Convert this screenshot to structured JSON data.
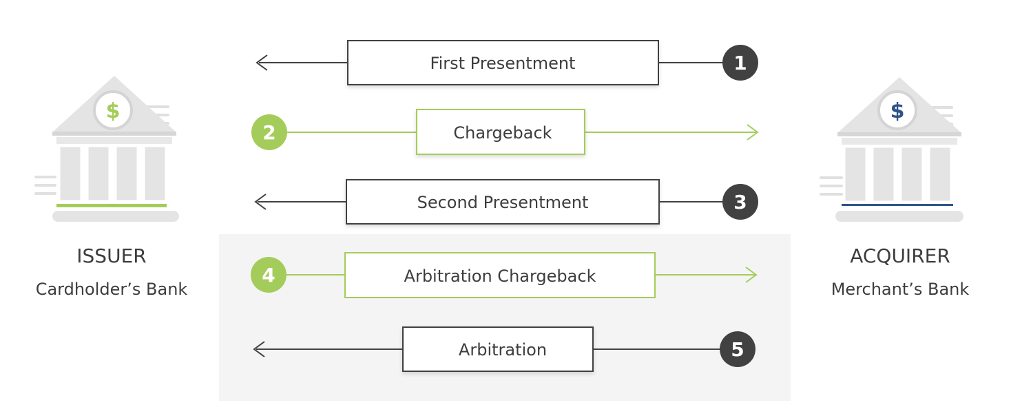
{
  "colors": {
    "dark": "#414141",
    "green": "#a4cc5a",
    "text": "#3d3d3d",
    "bank_gray": "#e4e4e4",
    "panel": "#f4f4f4",
    "navy": "#2f5487"
  },
  "issuer": {
    "title": "ISSUER",
    "subtitle": "Cardholder’s Bank",
    "symbol": "$"
  },
  "acquirer": {
    "title": "ACQUIRER",
    "subtitle": "Merchant’s Bank",
    "symbol": "$"
  },
  "steps": [
    {
      "number": "1",
      "label": "First Presentment",
      "direction": "to-issuer"
    },
    {
      "number": "2",
      "label": "Chargeback",
      "direction": "to-acquirer"
    },
    {
      "number": "3",
      "label": "Second Presentment",
      "direction": "to-issuer"
    },
    {
      "number": "4",
      "label": "Arbitration Chargeback",
      "direction": "to-acquirer"
    },
    {
      "number": "5",
      "label": "Arbitration",
      "direction": "to-issuer"
    }
  ]
}
